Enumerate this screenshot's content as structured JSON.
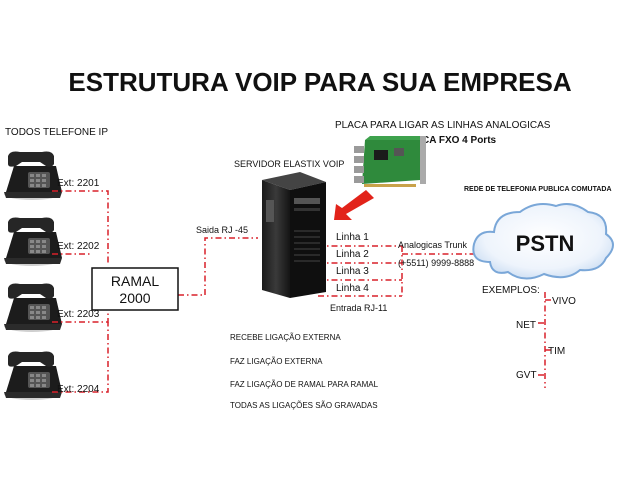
{
  "title": "ESTRUTURA VOIP PARA SUA EMPRESA",
  "phones_title": "TODOS TELEFONE IP",
  "extensions": [
    "Ext: 2201",
    "Ext: 2202",
    "Ext: 2203",
    "Ext: 2204"
  ],
  "ramal": {
    "line1": "RAMAL",
    "line2": "2000"
  },
  "saida": "Saida RJ -45",
  "card": {
    "title": "PLACA PARA LIGAR AS LINHAS ANALOGICAS",
    "name": "PLACA FXO 4 Ports"
  },
  "server": {
    "label": "SERVIDOR ELASTIX VOIP",
    "entrada": "Entrada RJ-11"
  },
  "lines": [
    "Linha 1",
    "Linha 2",
    "Linha 3",
    "Linha 4"
  ],
  "trunk": {
    "label": "Analogicas Trunk",
    "number": "(+5511) 9999-8888"
  },
  "pstn": {
    "network_label": "REDE DE TELEFONIA PUBLICA COMUTADA",
    "name": "PSTN"
  },
  "examples": {
    "label": "EXEMPLOS:",
    "items": [
      "VIVO",
      "NET",
      "TIM",
      "GVT"
    ]
  },
  "features": [
    "RECEBE LIGAÇÃO EXTERNA",
    "FAZ LIGAÇÃO EXTERNA",
    "FAZ LIGAÇÃO DE RAMAL PARA RAMAL",
    "TODAS AS LIGAÇÕES SÃO GRAVADAS"
  ],
  "colors": {
    "line": "#d9202a",
    "arrow": "#e2231a",
    "card": "#2f8a3c",
    "cloud": "#7aa7d8"
  }
}
